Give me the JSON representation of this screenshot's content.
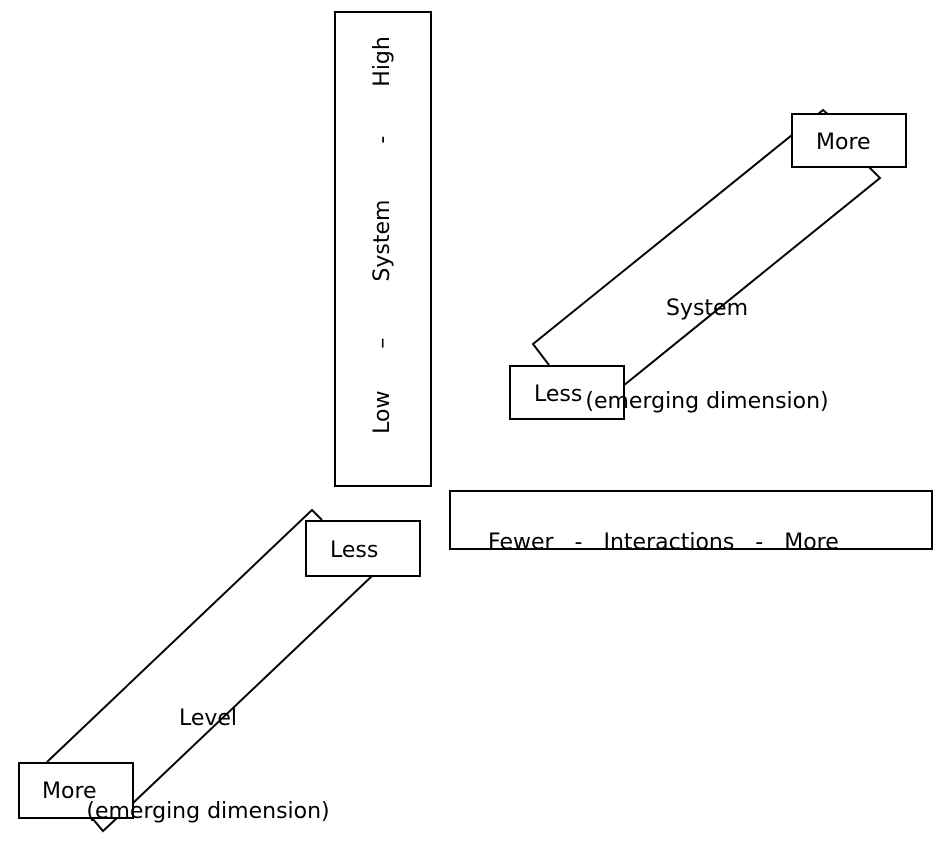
{
  "system_axis": {
    "low": "Low",
    "sep1": "–",
    "label": "System",
    "sep2": "-",
    "high": "High"
  },
  "interactions_axis": {
    "low": "Fewer",
    "sep1": "-",
    "label": "Interactions",
    "sep2": "-",
    "high": "More"
  },
  "system_dimension": {
    "title": "System",
    "subtitle": "(emerging dimension)",
    "more": "More",
    "less": "Less"
  },
  "level_dimension": {
    "title": "Level",
    "subtitle": "(emerging dimension)",
    "less": "Less",
    "more": "More"
  },
  "colors": {
    "stroke": "#000000",
    "background": "#ffffff"
  }
}
